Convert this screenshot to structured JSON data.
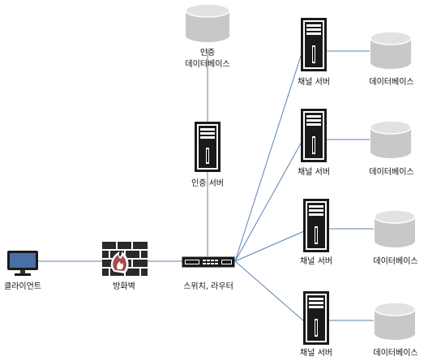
{
  "diagram": {
    "nodes": {
      "client": {
        "label": "클라이언트",
        "icon": "monitor-icon"
      },
      "firewall": {
        "label": "방화벽",
        "icon": "firewall-icon"
      },
      "switch": {
        "label": "스위치, 라우터",
        "icon": "switch-icon"
      },
      "auth_server": {
        "label": "인증 서버",
        "icon": "server-icon"
      },
      "auth_db": {
        "label_line1": "인증",
        "label_line2": "데이터베이스",
        "icon": "database-icon"
      },
      "channels": [
        {
          "server_label": "채널 서버",
          "db_label": "데이터베이스"
        },
        {
          "server_label": "채널 서버",
          "db_label": "데이터베이스"
        },
        {
          "server_label": "채널 서버",
          "db_label": "데이터베이스"
        },
        {
          "server_label": "채널 서버",
          "db_label": "데이터베이스"
        }
      ]
    },
    "colors": {
      "link": "#5b82b4",
      "server_dark": "#1a1a1a",
      "db_fill": "#c8c8c8",
      "firewall_brick": "#2a2a2a",
      "flame": "#a94a4a",
      "monitor_screen": "#4a6fa5"
    }
  }
}
